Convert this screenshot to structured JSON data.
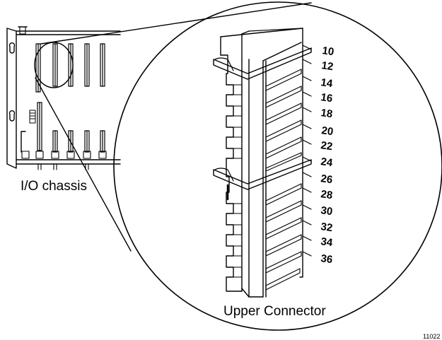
{
  "labels": {
    "chassis": "I/O chassis",
    "connector": "Upper Connector",
    "figure_number": "11022"
  },
  "pin_numbers": [
    "10",
    "12",
    "14",
    "16",
    "18",
    "20",
    "22",
    "24",
    "26",
    "28",
    "30",
    "32",
    "34",
    "36"
  ],
  "colors": {
    "line": "#000000",
    "background": "#ffffff"
  }
}
